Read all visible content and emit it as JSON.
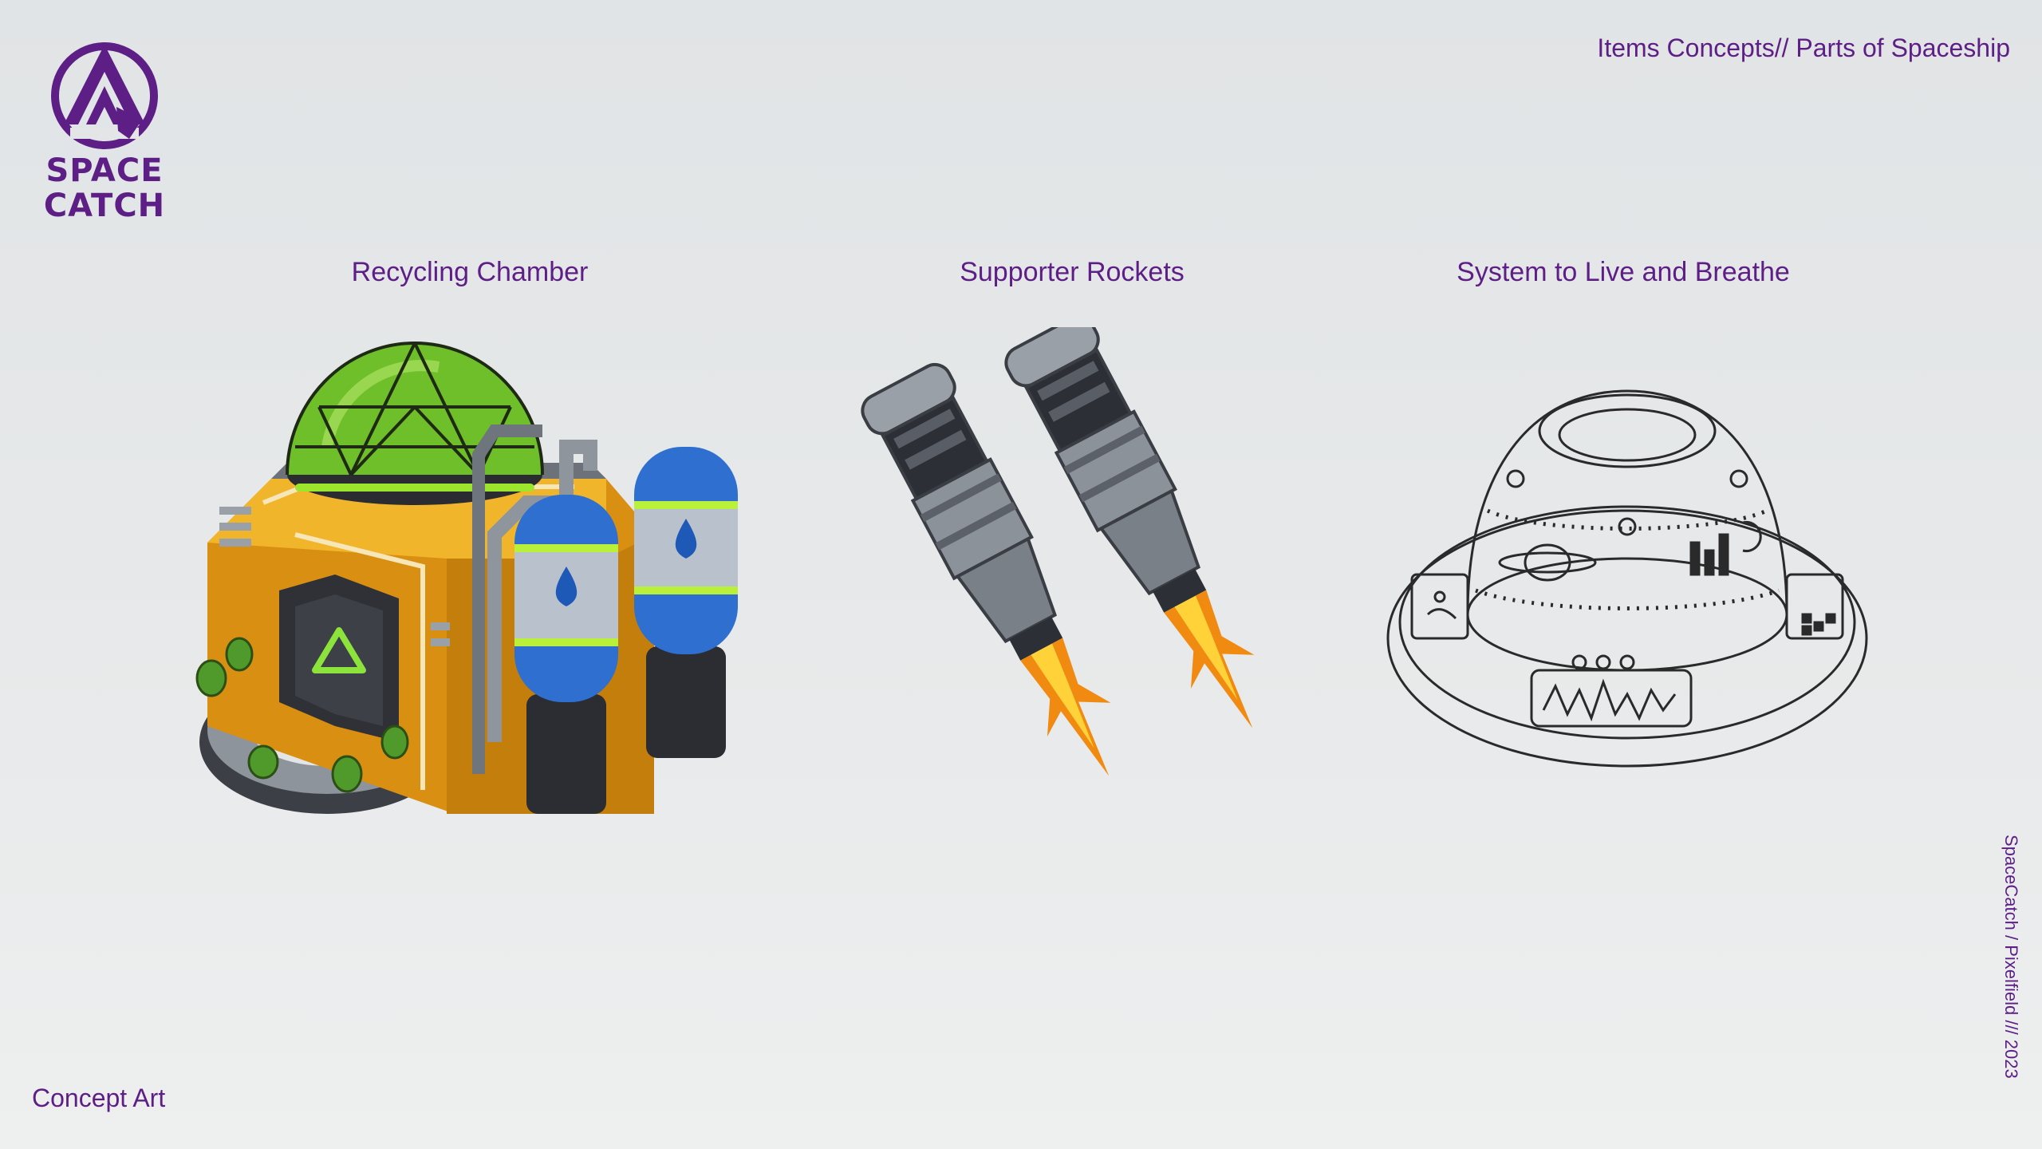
{
  "brand": {
    "line1": "SPACE",
    "line2": "CATCH",
    "logo_icon": "space-catch-emblem-icon",
    "color": "#5d1f86"
  },
  "header": {
    "section_title": "Items Concepts// Parts of Spaceship"
  },
  "items": [
    {
      "label": "Recycling Chamber",
      "icon": "recycling-chamber-art"
    },
    {
      "label": "Supporter Rockets",
      "icon": "supporter-rockets-art"
    },
    {
      "label": "System to Live and Breathe",
      "icon": "life-support-capsule-art"
    }
  ],
  "footer": {
    "category": "Concept Art",
    "credit": "SpaceCatch / Pixelfield /// 2023"
  },
  "colors": {
    "accent": "#5d1f86",
    "dome_green": "#6fbf2a",
    "housing_orange": "#e8a418",
    "tank_blue": "#2f6fd0",
    "flame_orange": "#f08a10"
  }
}
